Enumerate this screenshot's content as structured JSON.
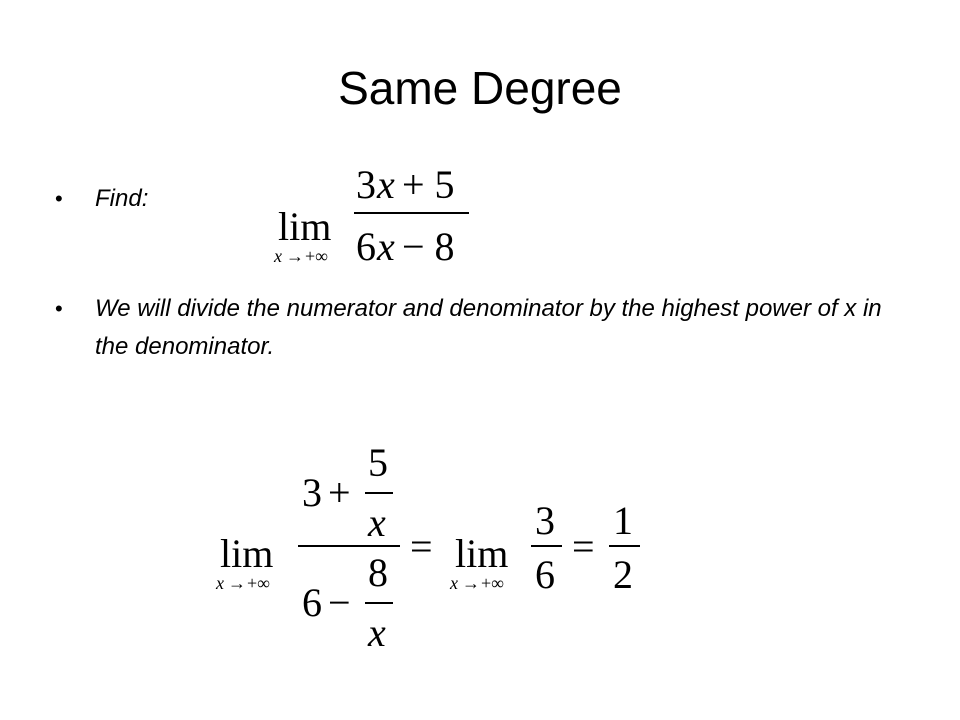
{
  "slide": {
    "title": "Same Degree",
    "bullets": [
      {
        "text": "Find:"
      },
      {
        "text": "We will divide the numerator and denominator by the highest power of x in the denominator."
      }
    ],
    "bullet_glyph": "•",
    "expr1": {
      "lim": "lim",
      "x": "x",
      "arrow": "→",
      "inf": "+∞",
      "num_coef": "3",
      "num_var": "x",
      "num_rest": "+ 5",
      "den_coef": "6",
      "den_var": "x",
      "den_rest": "− 8"
    },
    "expr2": {
      "lim": "lim",
      "x": "x",
      "arrow": "→",
      "inf": "+∞",
      "three": "3",
      "plus": "+",
      "five": "5",
      "x_sub1": "x",
      "six": "6",
      "minus": "−",
      "eight": "8",
      "x_sub2": "x",
      "eq": "=",
      "lim2": "lim",
      "x2": "x",
      "arrow2": "→",
      "inf2": "+∞",
      "frac_num": "3",
      "frac_den": "6",
      "eq2": "=",
      "half_num": "1",
      "half_den": "2"
    }
  }
}
